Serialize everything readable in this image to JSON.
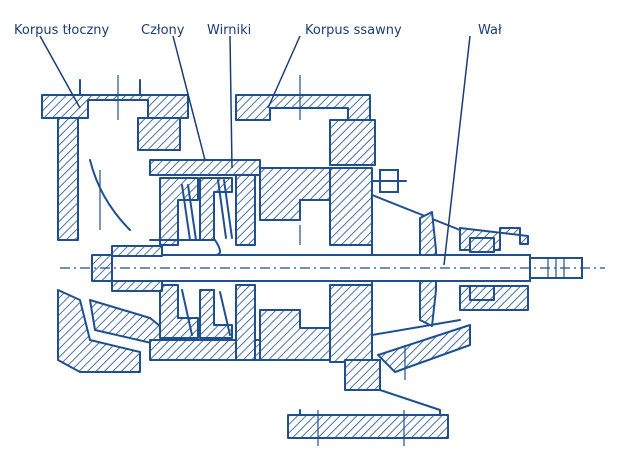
{
  "labels": {
    "discharge_casing": "Korpus tłoczny",
    "stages": "Człony",
    "impellers": "Wirniki",
    "suction_casing": "Korpus ssawny",
    "shaft": "Wał"
  },
  "colors": {
    "line": "#1f4f91",
    "label": "#1a3d75",
    "background": "#ffffff"
  }
}
